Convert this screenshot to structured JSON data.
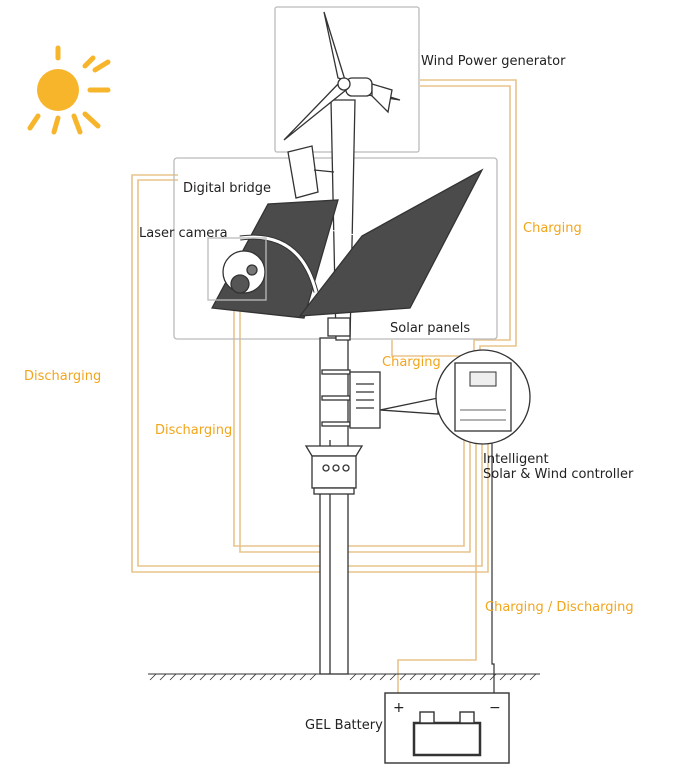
{
  "labels": {
    "wind_generator": "Wind Power generator",
    "digital_bridge": "Digital bridge",
    "laser_camera": "Laser camera",
    "solar_panels": "Solar panels",
    "controller_line1": "Intelligent",
    "controller_line2": "Solar & Wind controller",
    "battery": "GEL Battery"
  },
  "flows": {
    "charging_top": "Charging",
    "charging_mid": "Charging",
    "discharging_left": "Discharging",
    "discharging_inner": "Discharging",
    "charging_discharging": "Charging / Discharging"
  },
  "battery_terminals": {
    "positive": "+",
    "negative": "−"
  },
  "colors": {
    "wire": "#e8c48c",
    "flow_text": "#f2a51a",
    "sun": "#f7b52c",
    "line": "#333333",
    "panel": "#4b4b4b",
    "frame": "#bbbbbb"
  },
  "icons": {
    "sun": "sun-icon",
    "ground": "ground-hatch"
  }
}
